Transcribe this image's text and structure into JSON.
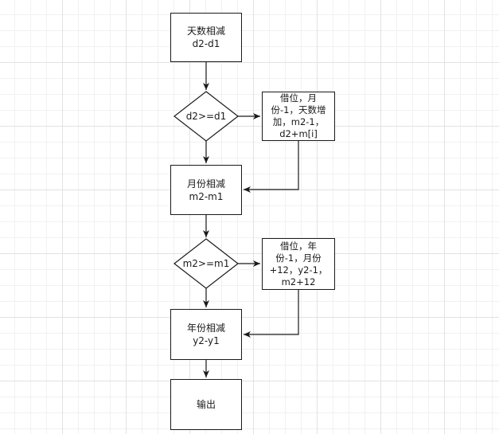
{
  "nodes": {
    "day_subtract": {
      "line1": "天数相减",
      "line2": "d2-d1"
    },
    "day_decision": {
      "label": "d2>=d1"
    },
    "day_borrow": {
      "line1": "借位，月",
      "line2": "份-1，天数增",
      "line3": "加，m2-1，",
      "line4": "d2+m[i]"
    },
    "month_subtract": {
      "line1": "月份相减",
      "line2": "m2-m1"
    },
    "month_decision": {
      "label": "m2>=m1"
    },
    "month_borrow": {
      "line1": "借位，年",
      "line2": "份-1，月份",
      "line3": "+12，y2-1，",
      "line4": "m2+12"
    },
    "year_subtract": {
      "line1": "年份相减",
      "line2": "y2-y1"
    },
    "output": {
      "label": "输出"
    }
  },
  "colors": {
    "stroke": "#1a1a1a",
    "fill": "#ffffff",
    "grid": "#e2e2e2"
  }
}
